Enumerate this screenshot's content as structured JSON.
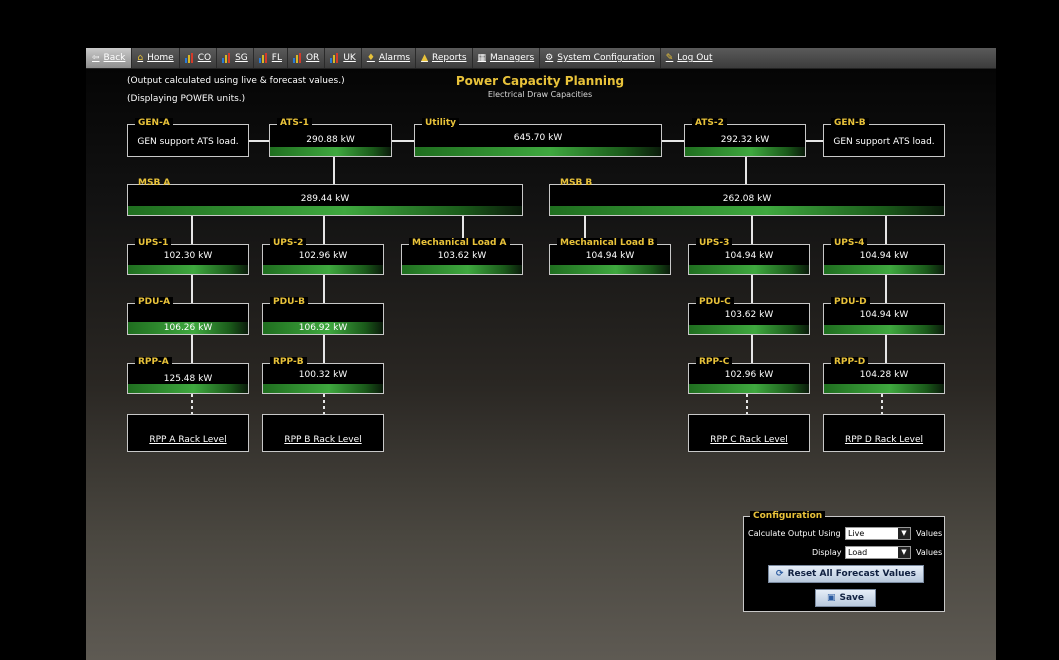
{
  "toolbar": {
    "items": [
      {
        "label": "Back",
        "icon": "back-arrow-icon",
        "glyph": "⇦"
      },
      {
        "label": "Home",
        "icon": "home-icon",
        "glyph": "⌂"
      },
      {
        "label": "CO",
        "icon": "bar-chart-icon"
      },
      {
        "label": "SG",
        "icon": "bar-chart-icon"
      },
      {
        "label": "FL",
        "icon": "bar-chart-icon"
      },
      {
        "label": "OR",
        "icon": "bar-chart-icon"
      },
      {
        "label": "UK",
        "icon": "bar-chart-icon"
      },
      {
        "label": "Alarms",
        "icon": "bell-icon",
        "glyph": "♦"
      },
      {
        "label": "Reports",
        "icon": "reports-icon",
        "glyph": "▲"
      },
      {
        "label": "Managers",
        "icon": "grid-icon",
        "glyph": "▦"
      },
      {
        "label": "System Configuration",
        "icon": "gear-icon",
        "glyph": "⚙"
      },
      {
        "label": "Log Out",
        "icon": "logout-icon",
        "glyph": "✎"
      }
    ]
  },
  "notes": {
    "line1": "(Output calculated using live & forecast values.)",
    "line2": "(Displaying POWER units.)"
  },
  "header": {
    "title": "Power Capacity Planning",
    "subtitle": "Electrical Draw Capacities"
  },
  "colors": {
    "accent": "#e8c23a",
    "bar_green": "#3fa83f"
  },
  "nodes": {
    "gen_a": {
      "label": "GEN-A",
      "value": "GEN support ATS load."
    },
    "ats_1": {
      "label": "ATS-1",
      "value": "290.88 kW"
    },
    "utility": {
      "label": "Utility",
      "value": "645.70 kW"
    },
    "ats_2": {
      "label": "ATS-2",
      "value": "292.32 kW"
    },
    "gen_b": {
      "label": "GEN-B",
      "value": "GEN support ATS load."
    },
    "msb_a": {
      "label": "MSB A",
      "value": "289.44 kW"
    },
    "msb_b": {
      "label": "MSB B",
      "value": "262.08 kW"
    },
    "ups_1": {
      "label": "UPS-1",
      "value": "102.30 kW"
    },
    "ups_2": {
      "label": "UPS-2",
      "value": "102.96 kW"
    },
    "mech_a": {
      "label": "Mechanical Load A",
      "value": "103.62 kW"
    },
    "mech_b": {
      "label": "Mechanical Load B",
      "value": "104.94 kW"
    },
    "ups_3": {
      "label": "UPS-3",
      "value": "104.94 kW"
    },
    "ups_4": {
      "label": "UPS-4",
      "value": "104.94 kW"
    },
    "pdu_a": {
      "label": "PDU-A",
      "value": "106.26 kW"
    },
    "pdu_b": {
      "label": "PDU-B",
      "value": "106.92 kW"
    },
    "pdu_c": {
      "label": "PDU-C",
      "value": "103.62 kW"
    },
    "pdu_d": {
      "label": "PDU-D",
      "value": "104.94 kW"
    },
    "rpp_a": {
      "label": "RPP-A",
      "value": "125.48 kW"
    },
    "rpp_b": {
      "label": "RPP-B",
      "value": "100.32 kW"
    },
    "rpp_c": {
      "label": "RPP-C",
      "value": "102.96 kW"
    },
    "rpp_d": {
      "label": "RPP-D",
      "value": "104.28 kW"
    }
  },
  "rack_links": {
    "a": "RPP A Rack Level",
    "b": "RPP B Rack Level",
    "c": "RPP C Rack Level",
    "d": "RPP D Rack Level"
  },
  "config": {
    "title": "Configuration",
    "calc_label": "Calculate Output Using",
    "calc_value": "Live",
    "calc_suffix": "Values",
    "display_label": "Display",
    "display_value": "Load",
    "display_suffix": "Values",
    "reset_label": "Reset All Forecast Values",
    "save_label": "Save"
  }
}
